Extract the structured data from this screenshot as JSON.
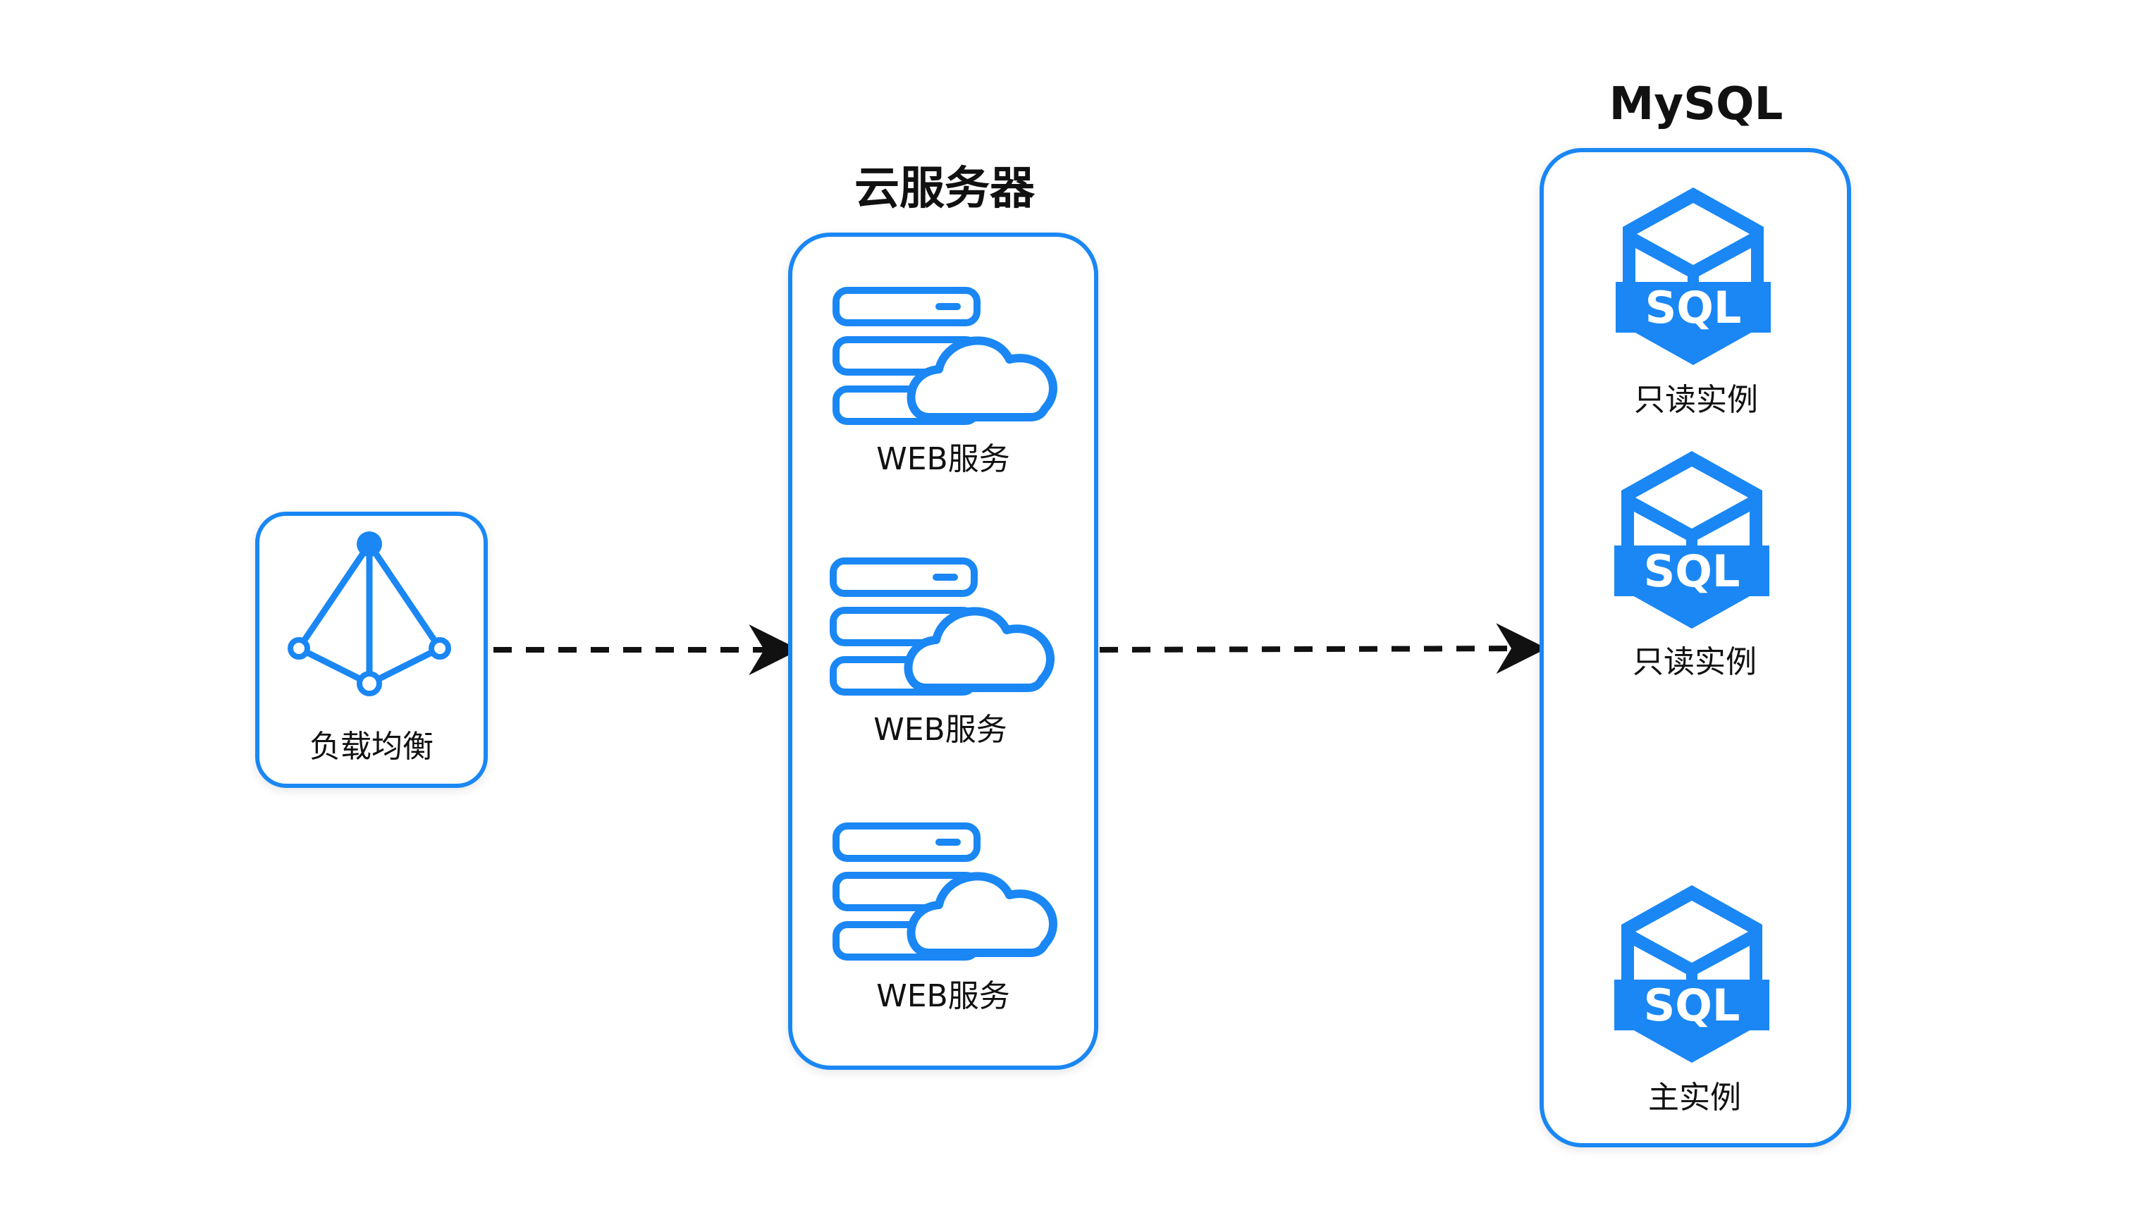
{
  "load_balancer": {
    "label": "负载均衡"
  },
  "cloud_server": {
    "title": "云服务器",
    "nodes": [
      {
        "label": "WEB服务"
      },
      {
        "label": "WEB服务"
      },
      {
        "label": "WEB服务"
      }
    ]
  },
  "mysql": {
    "title": "MySQL",
    "read_replicas": [
      {
        "label": "只读实例",
        "badge": "SQL"
      },
      {
        "label": "只读实例",
        "badge": "SQL"
      }
    ],
    "primary": {
      "label": "主实例",
      "badge": "SQL"
    }
  },
  "colors": {
    "accent": "#1a87f4",
    "arrow": "#111111"
  }
}
